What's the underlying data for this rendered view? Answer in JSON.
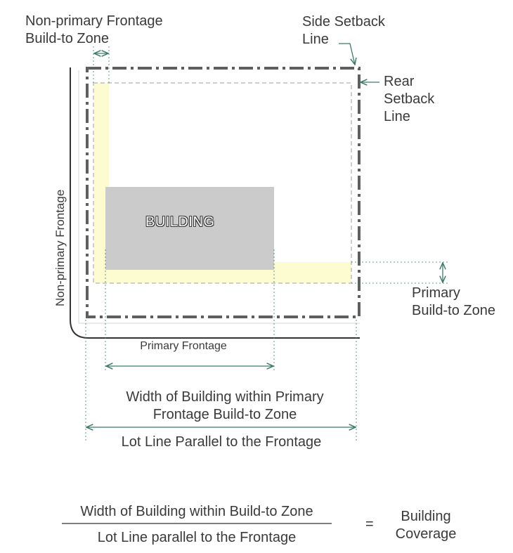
{
  "labels": {
    "non_primary_btz": [
      "Non-primary Frontage",
      "Build-to Zone"
    ],
    "side_setback": [
      "Side Setback",
      "Line"
    ],
    "rear_setback": [
      "Rear",
      "Setback",
      "Line"
    ],
    "building": "BUILDING",
    "non_primary_frontage": "Non-primary Frontage",
    "primary_btz": [
      "Primary",
      "Build-to Zone"
    ],
    "primary_frontage": "Primary Frontage",
    "width_of_building": "Width of Building within Primary Frontage Build-to Zone",
    "lot_line": "Lot Line Parallel to the Frontage"
  },
  "formula": {
    "numerator": "Width of Building within Build-to Zone",
    "denominator": "Lot Line parallel to the Frontage",
    "equals": "=",
    "result": [
      "Building",
      "Coverage"
    ]
  },
  "colors": {
    "lot_line": "#5f5f5f",
    "setback": "#bdbdbd",
    "build_to_zone": "#fdfbd0",
    "building": "#cbcbcb",
    "dimension": "#3a7a6a",
    "text": "#3a3a3a"
  }
}
